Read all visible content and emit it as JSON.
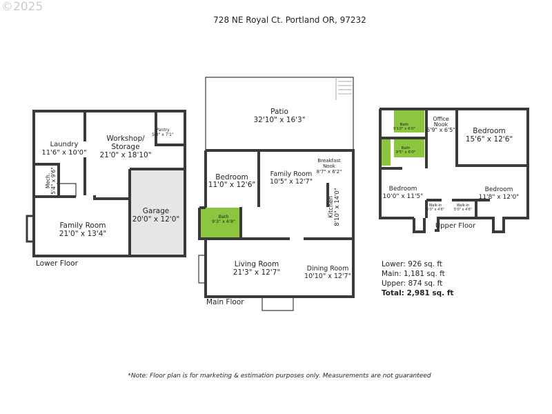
{
  "watermark": "©2025",
  "title": "728 NE Royal Ct. Portland OR, 97232",
  "colors": {
    "bath": "#8cc63f",
    "garage": "#e6e6e6",
    "wall": "#3a3a3a"
  },
  "lower": {
    "label": "Lower Floor",
    "rooms": [
      {
        "name": "Laundry",
        "dim": "11'6\" x 10'0\""
      },
      {
        "name": "Workshop/",
        "name2": "Storage",
        "dim": "21'0\" x 18'10\""
      },
      {
        "name": "Pantry",
        "dim": "5'0\" x 7'1\""
      },
      {
        "name": "Mech.",
        "dim": "5'4\" x 9'6\""
      },
      {
        "name": "Family Room",
        "dim": "21'0\" x 13'4\""
      },
      {
        "name": "Garage",
        "dim": "20'0\" x 12'0\""
      }
    ]
  },
  "main": {
    "label": "Main Floor",
    "rooms": [
      {
        "name": "Patio",
        "dim": "32'10\" x 16'3\""
      },
      {
        "name": "Bedroom",
        "dim": "11'0\" x 12'6\""
      },
      {
        "name": "Family Room",
        "dim": "10'5\" x 12'7\""
      },
      {
        "name": "Breakfast",
        "name2": "Nook",
        "dim": "8'7\" x 6'2\""
      },
      {
        "name": "Kitchen",
        "dim": "8'10\" x 14'0\""
      },
      {
        "name": "Bath",
        "dim": "9'3\" x 6'8\""
      },
      {
        "name": "Living Room",
        "dim": "21'3\" x 12'7\""
      },
      {
        "name": "Dining Room",
        "dim": "10'10\" x 12'7\""
      }
    ]
  },
  "upper": {
    "label": "Upper Floor",
    "rooms": [
      {
        "name": "Bath",
        "dim": "9'10\" x 6'0\""
      },
      {
        "name": "Bath",
        "dim": "9'5\" x 6'0\""
      },
      {
        "name": "Office",
        "name2": "Nook",
        "dim": "6'9\" x 6'5\""
      },
      {
        "name": "Bedroom",
        "dim": "15'6\" x 12'6\""
      },
      {
        "name": "Bedroom",
        "dim": "10'0\" x 11'5\""
      },
      {
        "name": "Bedroom",
        "dim": "11'8\" x 12'0\""
      },
      {
        "name": "Walk-In",
        "dim": "5'0\" x 4'6\""
      },
      {
        "name": "Walk-In",
        "dim": "5'0\" x 4'6\""
      }
    ]
  },
  "sqft": {
    "lower": "Lower: 926 sq. ft",
    "main": "Main: 1,181 sq. ft",
    "upper": "Upper: 874 sq. ft",
    "total": "Total: 2,981 sq. ft"
  },
  "note": "*Note: Floor plan is for marketing & estimation purposes only. Measurements are not guaranteed"
}
